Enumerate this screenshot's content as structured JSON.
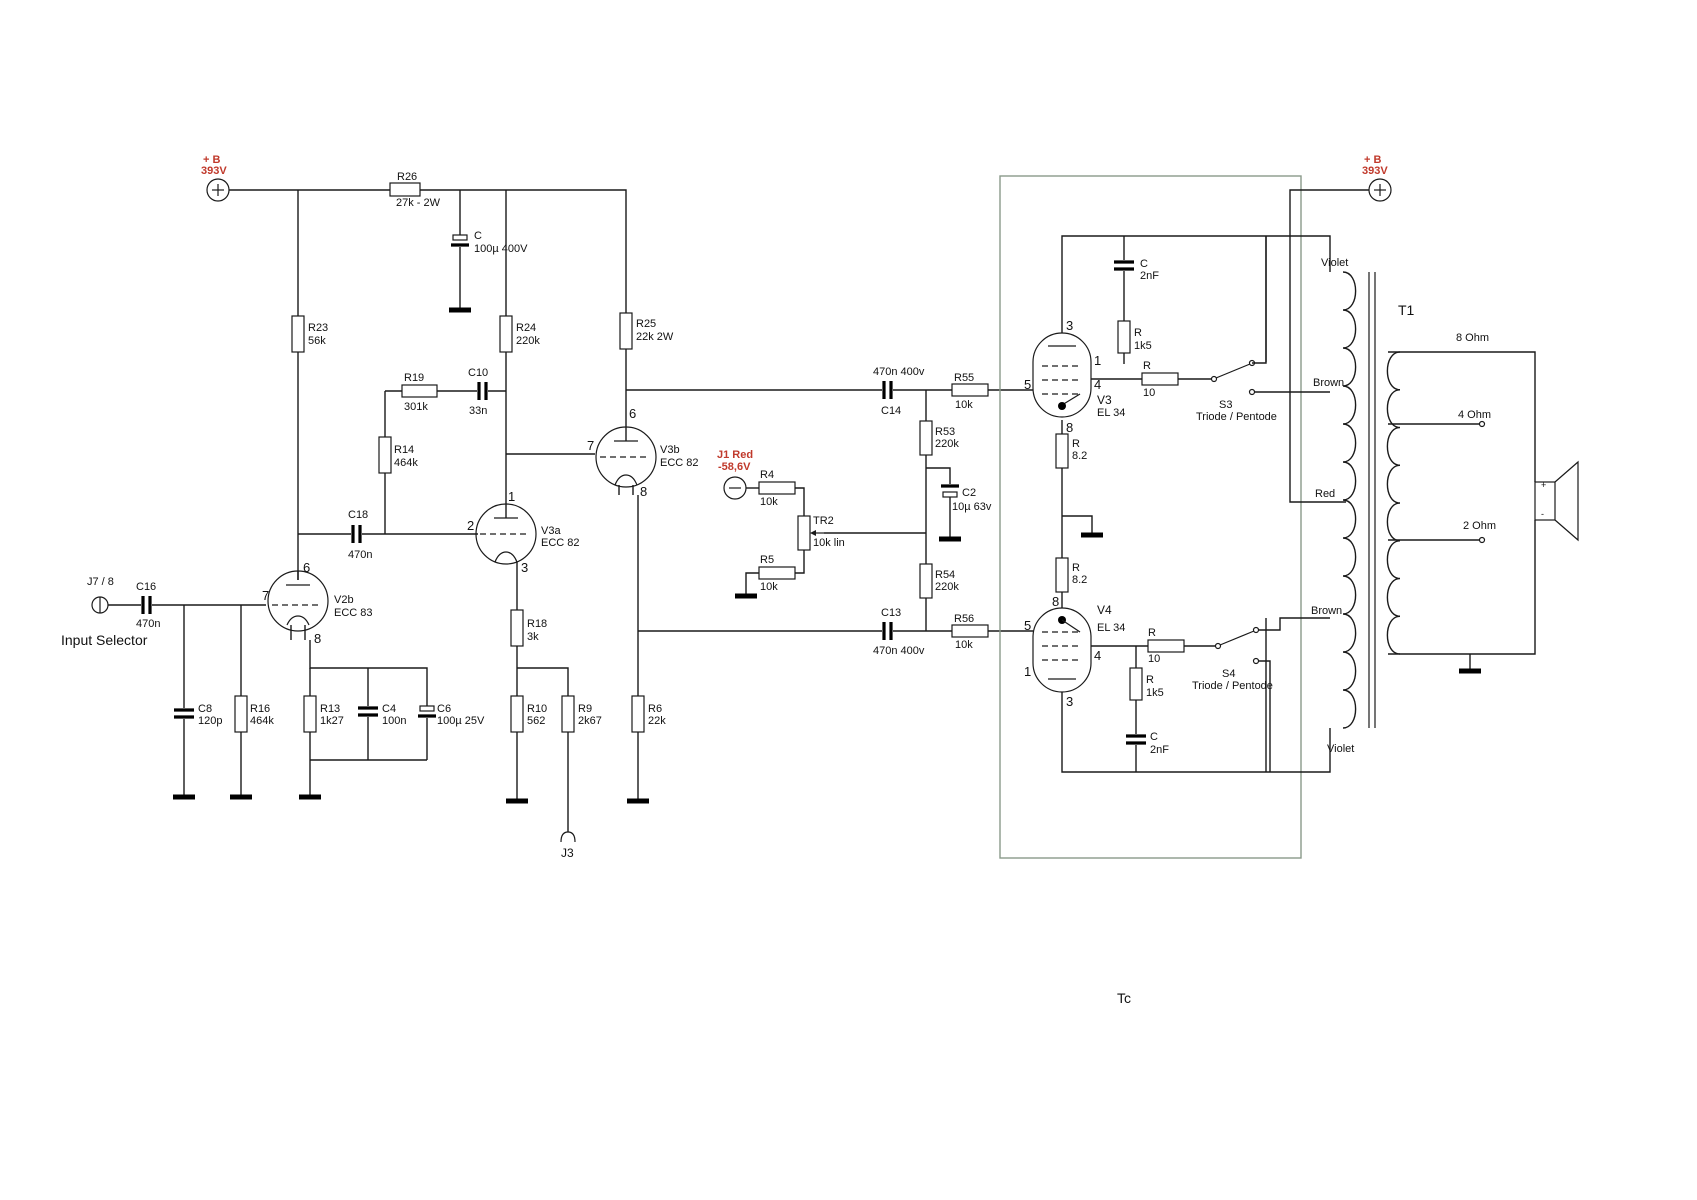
{
  "supply": {
    "left_label": "+ B",
    "left_volt": "393V",
    "right_label": "+ B",
    "right_volt": "393V",
    "bias_label": "J1 Red",
    "bias_volt": "-58,6V"
  },
  "input": {
    "jack": "J7 / 8",
    "selector": "Input Selector",
    "out_jack": "J3"
  },
  "resistors": {
    "R26": [
      "R26",
      "27k - 2W"
    ],
    "R23": [
      "R23",
      "56k"
    ],
    "R24": [
      "R24",
      "220k"
    ],
    "R25": [
      "R25",
      "22k 2W"
    ],
    "R19": [
      "R19",
      "301k"
    ],
    "R14": [
      "R14",
      "464k"
    ],
    "R16": [
      "R16",
      "464k"
    ],
    "R13": [
      "R13",
      "1k27"
    ],
    "R18": [
      "R18",
      "3k"
    ],
    "R10": [
      "R10",
      "562"
    ],
    "R9": [
      "R9",
      "2k67"
    ],
    "R6": [
      "R6",
      "22k"
    ],
    "R4": [
      "R4",
      "10k"
    ],
    "R5": [
      "R5",
      "10k"
    ],
    "TR2": [
      "TR2",
      "10k lin"
    ],
    "R53": [
      "R53",
      "220k"
    ],
    "R54": [
      "R54",
      "220k"
    ],
    "R55": [
      "R55",
      "10k"
    ],
    "R56": [
      "R56",
      "10k"
    ],
    "Rk3": [
      "R",
      "8.2"
    ],
    "Rk4": [
      "R",
      "8.2"
    ],
    "Rs3": [
      "R",
      "1k5"
    ],
    "Rs4": [
      "R",
      "1k5"
    ],
    "Rg3": [
      "R",
      "10"
    ],
    "Rg4": [
      "R",
      "10"
    ]
  },
  "capacitors": {
    "Cmain": [
      "C",
      "100µ 400V"
    ],
    "C10": [
      "C10",
      "33n"
    ],
    "C18": [
      "C18",
      "470n"
    ],
    "C16": [
      "C16",
      "470n"
    ],
    "C8": [
      "C8",
      "120p"
    ],
    "C4": [
      "C4",
      "100n"
    ],
    "C6": [
      "C6",
      "100µ 25V"
    ],
    "C14": [
      "470n 400v",
      "C14"
    ],
    "C13": [
      "C13",
      "470n 400v"
    ],
    "C2": [
      "C2",
      "10µ 63v"
    ],
    "Cs3": [
      "C",
      "2nF"
    ],
    "Cs4": [
      "C",
      "2nF"
    ]
  },
  "tubes": {
    "V2b": [
      "V2b",
      "ECC 83"
    ],
    "V3a": [
      "V3a",
      "ECC 82"
    ],
    "V3b": [
      "V3b",
      "ECC 82"
    ],
    "V3": [
      "V3",
      "EL 34"
    ],
    "V4": [
      "V4",
      "EL 34"
    ]
  },
  "pins": {
    "V2b": [
      "6",
      "7",
      "8"
    ],
    "V3a": [
      "1",
      "2",
      "3"
    ],
    "V3b": [
      "6",
      "7",
      "8"
    ],
    "V3": [
      "3",
      "1",
      "5",
      "4",
      "8"
    ],
    "V4": [
      "8",
      "5",
      "4",
      "1",
      "3"
    ]
  },
  "switches": {
    "S3": [
      "S3",
      "Triode / Pentode"
    ],
    "S4": [
      "S4",
      "Triode / Pentode"
    ]
  },
  "transformer": {
    "name": "T1",
    "leads": [
      "Violet",
      "Brown",
      "Red",
      "Brown",
      "Violet"
    ],
    "taps": [
      "8 Ohm",
      "4 Ohm",
      "2 Ohm"
    ]
  },
  "stray_text": "Tc",
  "colors": {
    "accent_red": "#c0392b",
    "ink": "#1a1a1a"
  }
}
